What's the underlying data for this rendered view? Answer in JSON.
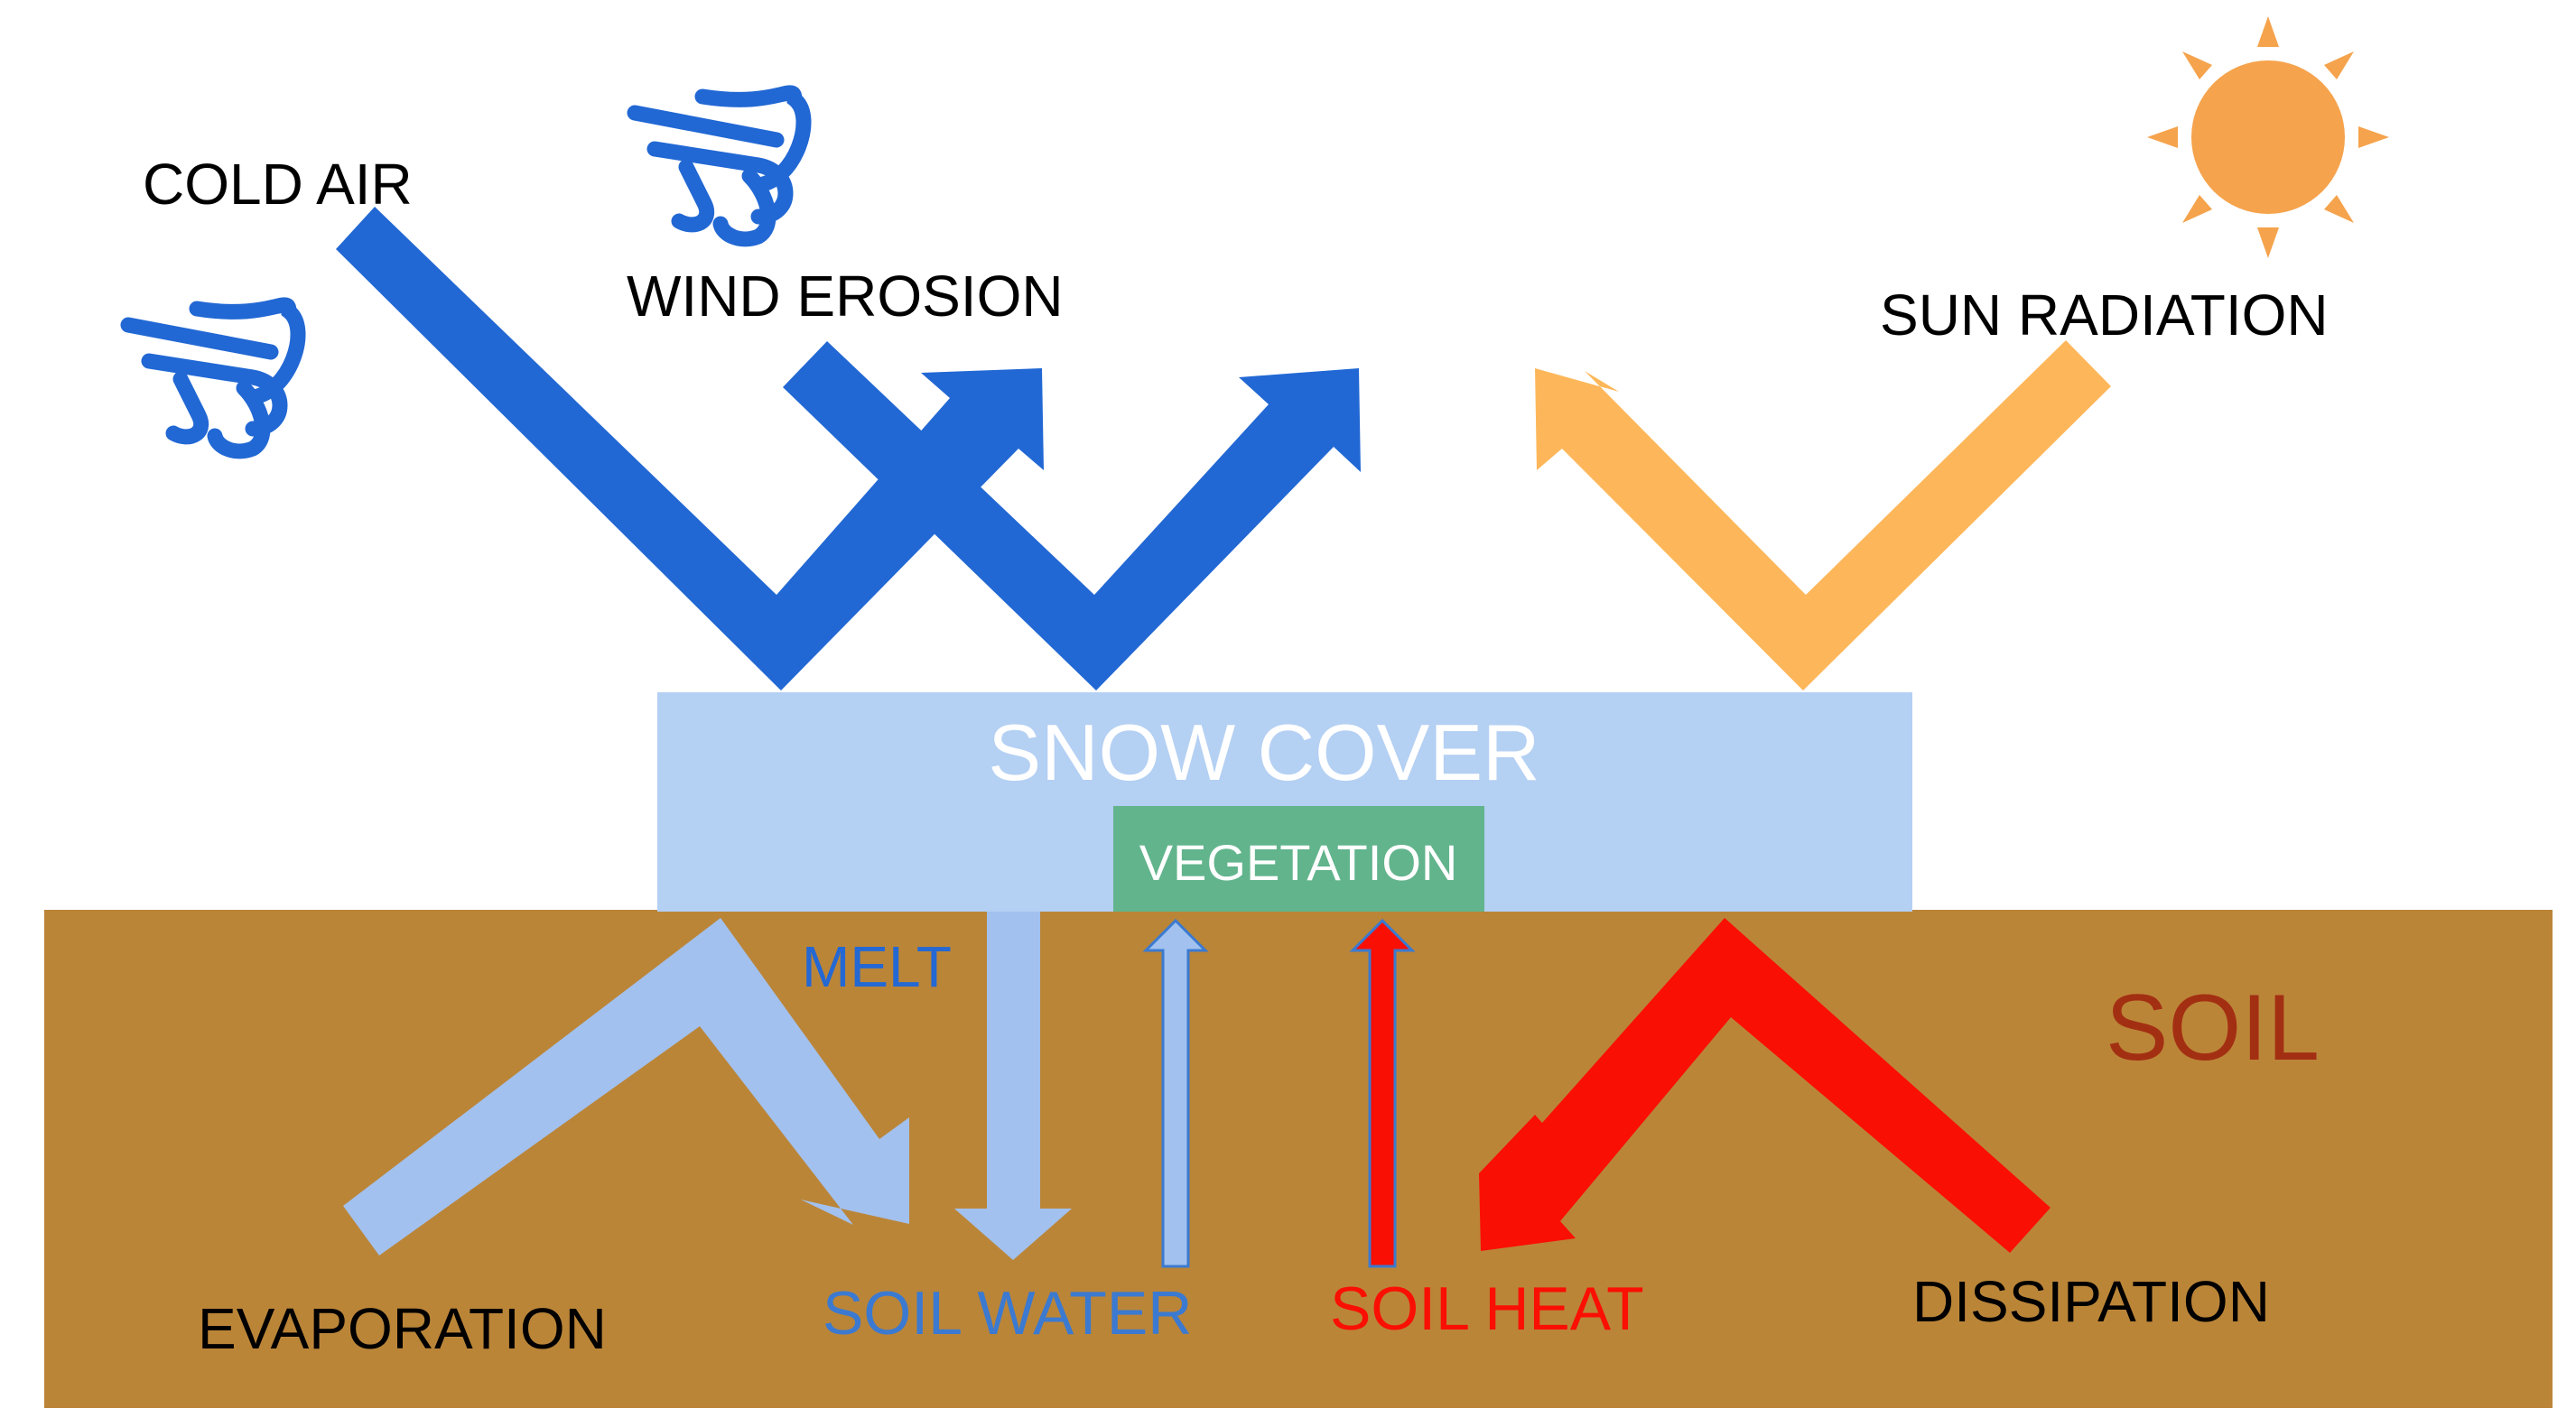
{
  "labels": {
    "cold_air": "COLD AIR",
    "wind_erosion": "WIND EROSION",
    "sun_radiation": "SUN RADIATION",
    "snow_cover": "SNOW COVER",
    "vegetation": "VEGETATION",
    "melt": "MELT",
    "soil": "SOIL",
    "evaporation": "EVAPORATION",
    "soil_water": "SOIL WATER",
    "soil_heat": "SOIL HEAT",
    "dissipation": "DISSIPATION"
  },
  "icons": {
    "wind": "wind-icon",
    "sun": "sun-icon"
  },
  "colors": {
    "wind_blue": "#2268D4",
    "sun_orange": "#FDB75A",
    "sun_disc": "#F5A34C",
    "snow": "#B4D0F3",
    "vegetation": "#62B48C",
    "soil": "#BB8538",
    "water_light": "#A2C1EE",
    "heat_red": "#FA0F04",
    "soil_text": "#A32F12",
    "soil_water_text": "#3B7AD0",
    "melt_text": "#2468D3"
  }
}
